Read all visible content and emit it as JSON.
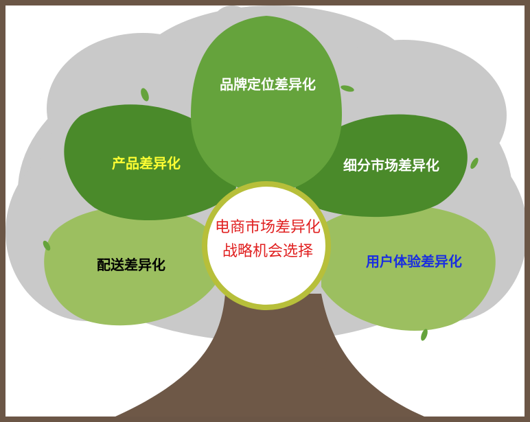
{
  "diagram": {
    "center": {
      "line1": "电商市场差异化",
      "line2": "战略机会选择",
      "text_color": "#e02020"
    },
    "leaves": [
      {
        "id": "brand",
        "label": "品牌定位差异化",
        "text_color": "#ffffff"
      },
      {
        "id": "product",
        "label": "产品差异化",
        "text_color": "#ffff33"
      },
      {
        "id": "segment",
        "label": "细分市场差异化",
        "text_color": "#ffffff"
      },
      {
        "id": "delivery",
        "label": "配送差异化",
        "text_color": "#000000"
      },
      {
        "id": "experience",
        "label": "用户体验差异化",
        "text_color": "#1a2ee0"
      }
    ],
    "colors": {
      "dark_green": "#4a8a2a",
      "mid_green": "#65a33c",
      "light_green": "#9cbf60",
      "trunk": "#6e5847",
      "canopy_gray": "#c9c9c9",
      "center_ring": "#b7bf3a"
    }
  }
}
